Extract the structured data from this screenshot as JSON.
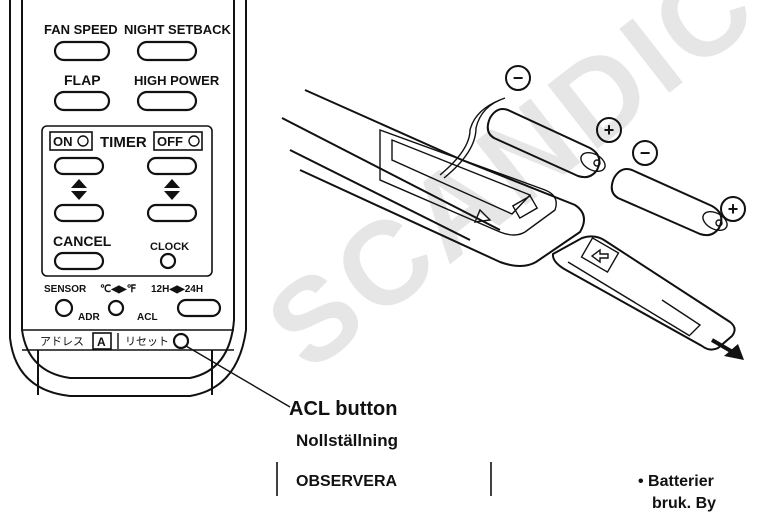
{
  "remote": {
    "buttons": {
      "fan_speed": "FAN SPEED",
      "night_setback": "NIGHT SETBACK",
      "flap": "FLAP",
      "high_power": "HIGH POWER",
      "timer_on": "ON",
      "timer": "TIMER",
      "timer_off": "OFF",
      "cancel": "CANCEL",
      "clock": "CLOCK",
      "sensor": "SENSOR",
      "temp_unit": "℃◀▶℉",
      "hour_mode": "12H◀▶24H",
      "adr": "ADR",
      "acl": "ACL",
      "adr_jp": "アドレス",
      "adr_key": "A",
      "reset_jp": "リセット"
    }
  },
  "battery_diagram": {
    "minus_sign": "−",
    "plus_sign": "+"
  },
  "watermark": "SCANDIC",
  "captions": {
    "acl_button": "ACL button",
    "nollstallning": "Nollställning",
    "observera": "OBSERVERA",
    "batterier_line1": "• Batterier",
    "batterier_line2": "bruk. By"
  }
}
